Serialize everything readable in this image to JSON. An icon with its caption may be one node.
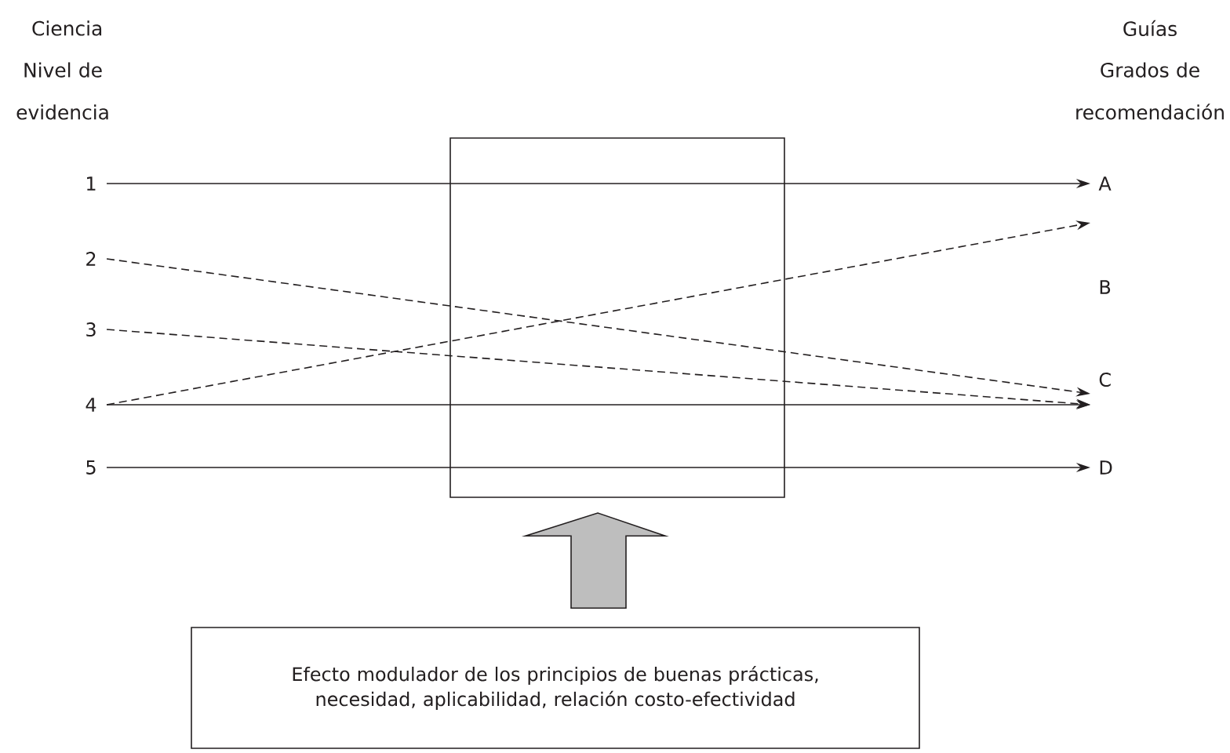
{
  "diagram": {
    "nodes": [
      {
        "text": [
          "1"
        ]
      },
      {
        "text": [
          "2"
        ]
      },
      {
        "text": [
          "3"
        ]
      },
      {
        "text": [
          "4"
        ]
      },
      {
        "text": [
          "5"
        ]
      },
      {
        "text": [
          "A"
        ]
      },
      {
        "text": [
          "B"
        ]
      },
      {
        "text": [
          "C"
        ]
      },
      {
        "text": [
          "D"
        ]
      },
      {
        "text": [
          "Efecto modulador de los principios de buenas prácticas, necesidad, aplicabilidad, relación costo-efectividad"
        ]
      }
    ],
    "edges": [
      {
        "from": 0,
        "to": 5,
        "arrow": "to"
      },
      {
        "from": 1,
        "to": 7,
        "arrow": "to",
        "style": "dashed"
      },
      {
        "from": 2,
        "to": 7,
        "arrow": "to",
        "style": "dashed"
      },
      {
        "from": 3,
        "to": 5,
        "arrow": "to",
        "style": "dashed"
      },
      {
        "from": 3,
        "to": 7,
        "arrow": "to"
      },
      {
        "from": 4,
        "to": 8,
        "arrow": "to"
      },
      {
        "from": 9,
        "to": null,
        "arrow": "to",
        "style": "thick"
      }
    ],
    "labels": [
      "Ciencia",
      "Nivel de evidencia",
      "Guías",
      "Grados de recomendación"
    ]
  }
}
